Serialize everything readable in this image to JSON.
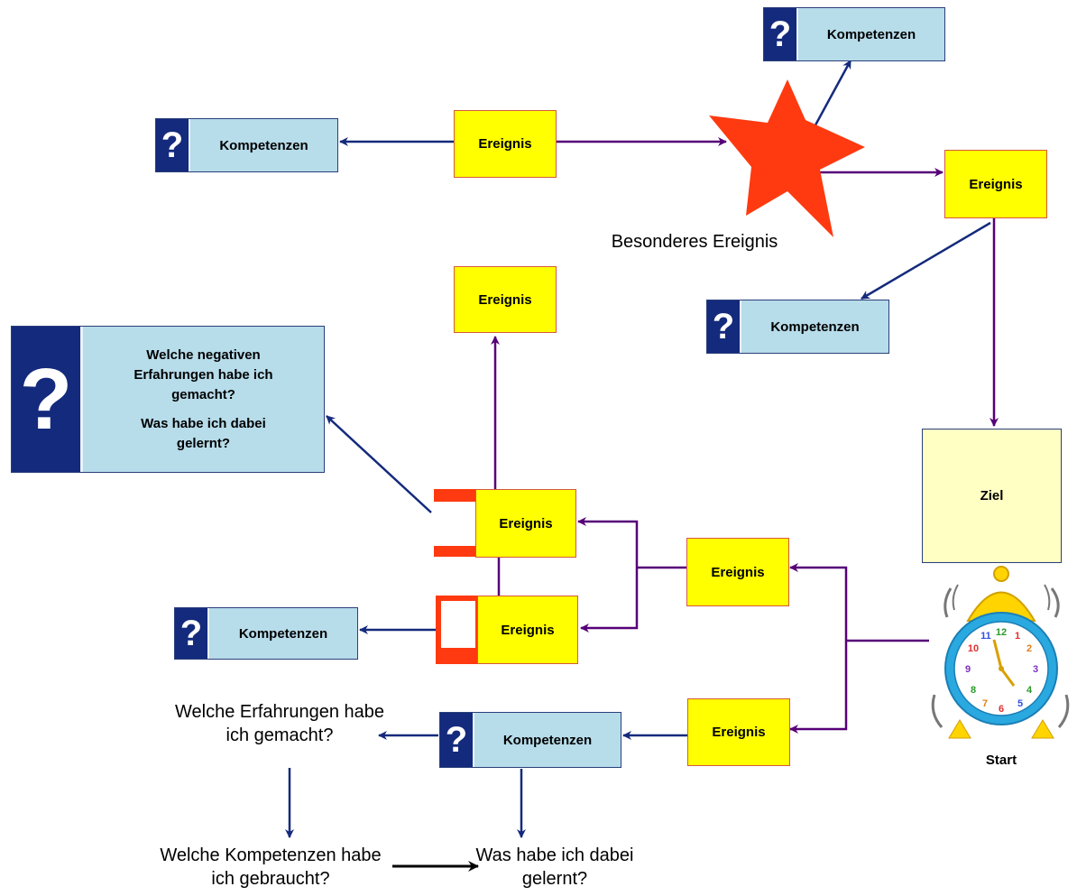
{
  "colors": {
    "event_fill": "#ffff00",
    "competence_fill": "#b7dcea",
    "question_mark_fill": "#142a7c",
    "goal_fill": "#ffffc4",
    "purple_arrow": "#560078",
    "blue_arrow": "#142a7c",
    "star": "#ff3a10"
  },
  "labels": {
    "event": "Ereignis",
    "competence": "Kompetenzen",
    "question_mark": "?",
    "special_event": "Besonderes Ereignis",
    "goal": "Ziel",
    "start": "Start"
  },
  "reflection_box": {
    "question_1": "Welche negativen Erfahrungen habe ich gemacht?",
    "question_2": "Was habe ich dabei gelernt?"
  },
  "reflection_flow": {
    "experiences": "Welche Erfahrungen habe ich gemacht?",
    "competences_used": "Welche Kompetenzen habe ich gebraucht?",
    "learned": "Was habe ich dabei gelernt?"
  }
}
